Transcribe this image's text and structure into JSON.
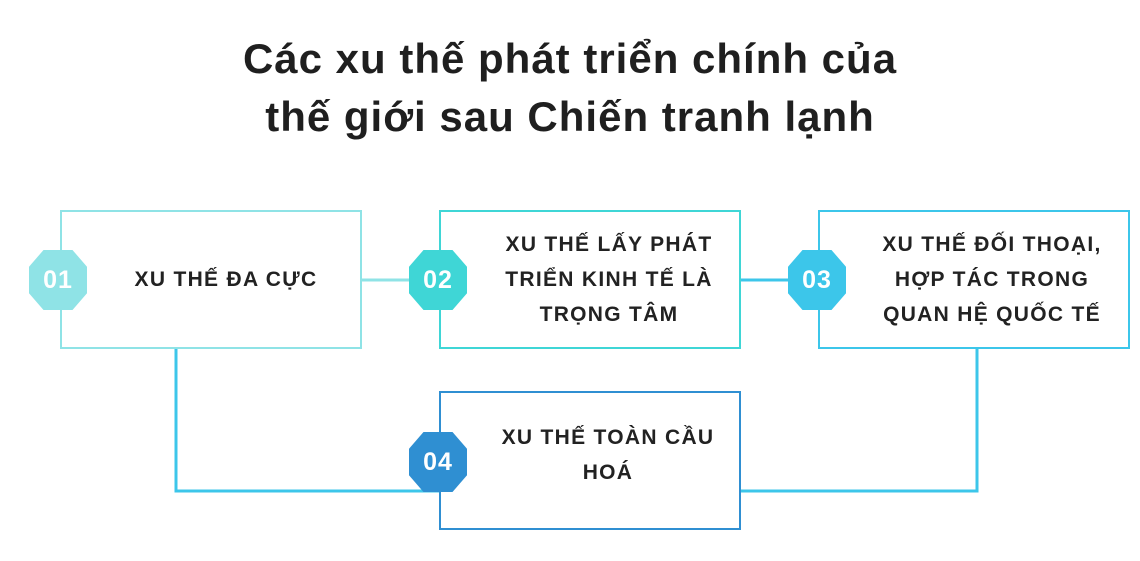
{
  "title": {
    "line1": "Các xu thế phát triển chính của",
    "line2": "thế giới sau Chiến tranh lạnh"
  },
  "items": [
    {
      "number": "01",
      "label": "XU THẾ ĐA CỰC",
      "color": "#8fe3e6"
    },
    {
      "number": "02",
      "label": "XU THẾ LẤY PHÁT TRIỂN KINH TẾ LÀ TRỌNG TÂM",
      "color": "#3fd6d6"
    },
    {
      "number": "03",
      "label": "XU THẾ ĐỐI THOẠI, HỢP TÁC TRONG QUAN HỆ QUỐC TẾ",
      "color": "#3cc6ea"
    },
    {
      "number": "04",
      "label": "XU THẾ TOÀN CẦU HOÁ",
      "color": "#2f8fd2"
    }
  ]
}
